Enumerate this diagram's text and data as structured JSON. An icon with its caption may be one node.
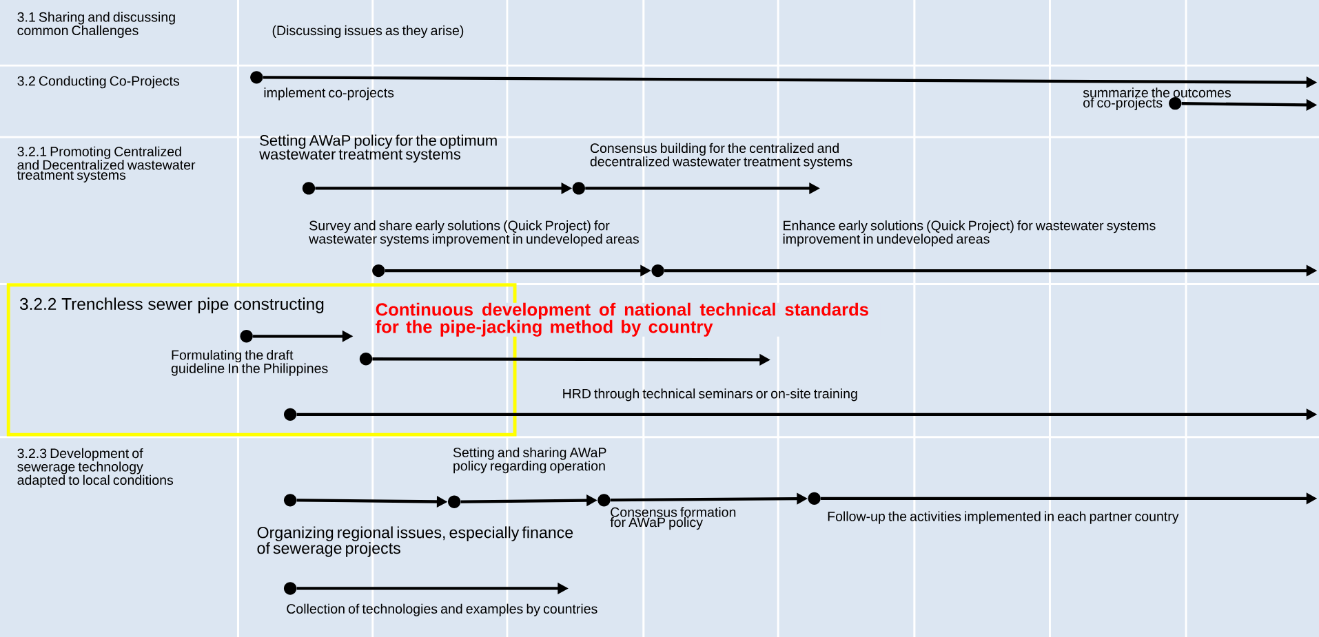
{
  "diagram": {
    "nodes": [
      {
        "text": [],
        "shape": "circle"
      },
      {
        "text": [],
        "shape": "circle"
      },
      {
        "text": [],
        "shape": "circle"
      },
      {
        "text": [],
        "shape": "circle"
      },
      {
        "text": [],
        "shape": "circle"
      },
      {
        "text": [],
        "shape": "circle"
      },
      {
        "text": [
          "3.2.2 Trenchless sewer pipe constructing"
        ]
      },
      {
        "text": [],
        "shape": "circle",
        "in": 6
      },
      {
        "text": [],
        "shape": "circle",
        "in": 6
      },
      {
        "text": [],
        "shape": "circle",
        "in": 6
      },
      {
        "text": [],
        "shape": "circle"
      },
      {
        "text": [],
        "shape": "circle"
      },
      {
        "text": [],
        "shape": "circle"
      },
      {
        "text": [],
        "shape": "circle"
      },
      {
        "text": [],
        "shape": "circle"
      }
    ],
    "edges": [
      {
        "from": 0,
        "to": null,
        "arrow": "to",
        "label": "implement co-projects"
      },
      {
        "from": 1,
        "to": null,
        "arrow": "to",
        "label": "summarize the outcomes of co-projects"
      },
      {
        "from": 2,
        "to": 3,
        "arrow": "to",
        "label": "Setting AWaP policy for the optimum wastewater treatment systems"
      },
      {
        "from": 3,
        "to": null,
        "arrow": "to",
        "label": "Consensus building for the centralized and decentralized wastewater treatment systems"
      },
      {
        "from": 4,
        "to": 5,
        "arrow": "to",
        "label": "Survey and share early solutions (Quick Project) for wastewater systems improvement in undeveloped areas"
      },
      {
        "from": 5,
        "to": null,
        "arrow": "to",
        "label": "Enhance early solutions (Quick Project) for wastewater systems improvement in undeveloped areas"
      },
      {
        "from": 7,
        "to": null,
        "arrow": "to",
        "label": "Formulating the draft guideline In the Philippines"
      },
      {
        "from": 8,
        "to": null,
        "arrow": "to",
        "label": "Continuous development of national technical standards for the pipe-jacking method by country"
      },
      {
        "from": 9,
        "to": null,
        "arrow": "to",
        "label": "HRD through technical seminars or on-site training"
      },
      {
        "from": 10,
        "to": 11,
        "arrow": "to"
      },
      {
        "from": 11,
        "to": 12,
        "arrow": "to",
        "label": "Setting and sharing AWaP policy regarding operation"
      },
      {
        "from": 12,
        "to": 13,
        "arrow": "to",
        "label": "Consensus formation for AWaP policy"
      },
      {
        "from": 13,
        "to": null,
        "arrow": "to",
        "label": "Follow-up the activities implemented in each partner country"
      },
      {
        "from": 14,
        "to": null,
        "arrow": "to",
        "label": "Collection of technologies and examples by countries"
      }
    ],
    "labels": [
      "3.1 Sharing and discussing common Challenges",
      "(Discussing issues as they arise)",
      "3.2 Conducting Co-Projects",
      "3.2.1 Promoting Centralized and Decentralized wastewater treatment systems",
      "3.2.3 Development of sewerage technology adapted to local conditions",
      "Organizing regional issues, especially finance of sewerage projects"
    ]
  }
}
